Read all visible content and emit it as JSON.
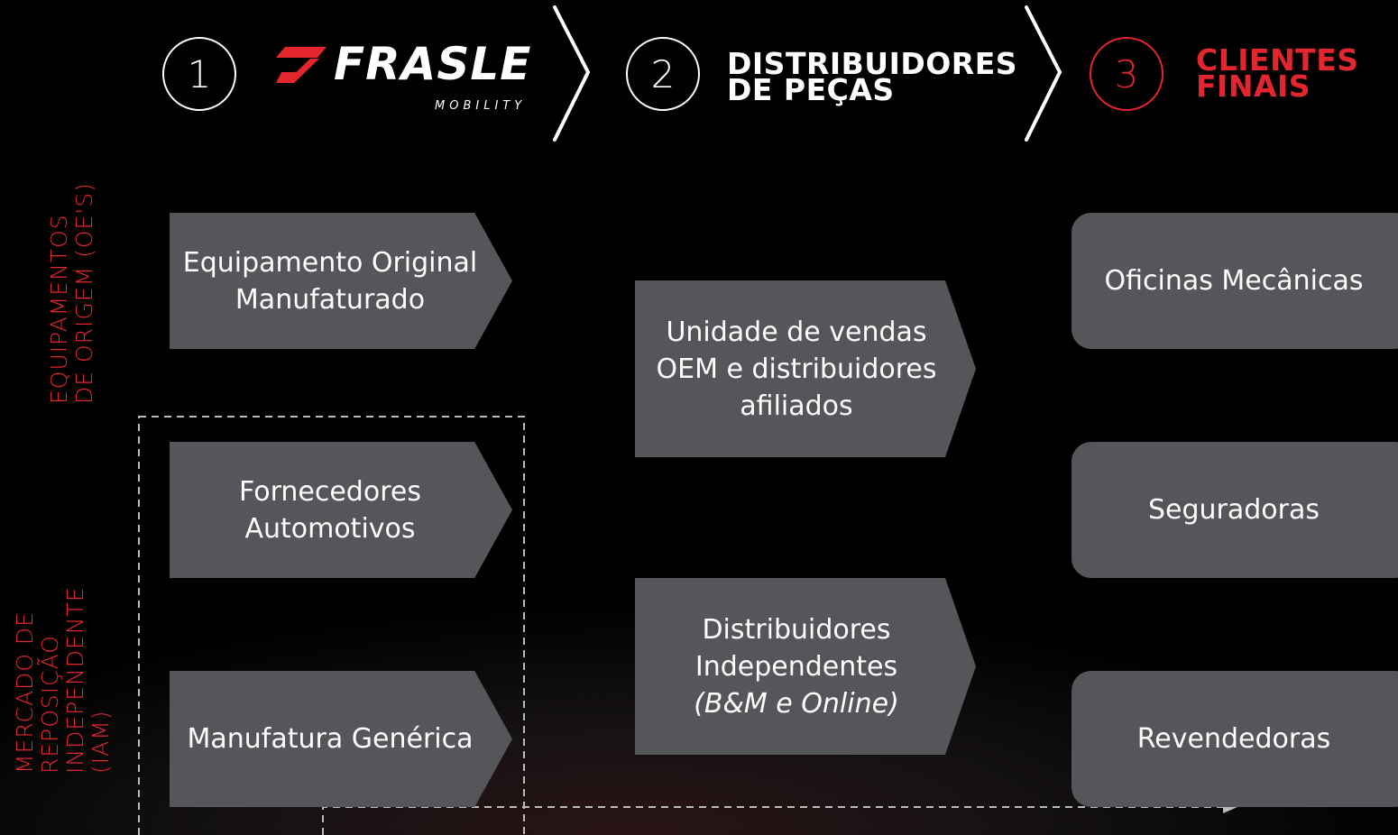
{
  "header": {
    "step1": {
      "number": "1",
      "logo_text": "FRASLE",
      "logo_sub": "MOBILITY"
    },
    "step2": {
      "number": "2",
      "title_line1": "DISTRIBUIDORES",
      "title_line2": "DE PEÇAS"
    },
    "step3": {
      "number": "3",
      "title_line1": "CLIENTES",
      "title_line2": "FINAIS"
    }
  },
  "side_labels": {
    "oes": {
      "line1": "EQUIPAMENTOS",
      "line2": "DE ORIGEM  (OE'S)"
    },
    "iam": {
      "line1": "MERCADO DE",
      "line2": "REPOSIÇÃO",
      "line3": "INDEPENDENTE",
      "line4": "(IAM)"
    }
  },
  "column1": [
    {
      "line1": "Equipamento Original",
      "line2": "Manufaturado"
    },
    {
      "line1": "Fornecedores",
      "line2": "Automotivos"
    },
    {
      "line1": "Manufatura Genérica"
    }
  ],
  "column2": [
    {
      "line1": "Unidade de vendas",
      "line2": "OEM e distribuidores",
      "line3": "afiliados"
    },
    {
      "line1": "Distribuidores",
      "line2": "Independentes",
      "line3": "(B&M  e Online)"
    }
  ],
  "column3": [
    {
      "label": "Oficinas Mecânicas"
    },
    {
      "label": "Seguradoras"
    },
    {
      "label": "Revendedoras"
    }
  ],
  "colors": {
    "accent": "#e3262d",
    "box": "#55565a",
    "background": "#000000"
  }
}
